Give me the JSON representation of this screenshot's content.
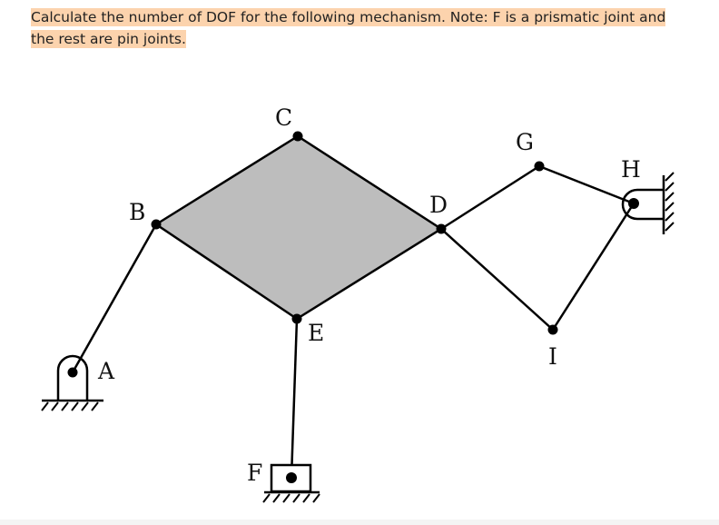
{
  "question": {
    "text": "Calculate the number of DOF for the following mechanism. Note: F is a prismatic joint and the rest are pin joints."
  },
  "diagram": {
    "labels": {
      "A": "A",
      "B": "B",
      "C": "C",
      "D": "D",
      "E": "E",
      "F": "F",
      "G": "G",
      "H": "H",
      "I": "I"
    },
    "colors": {
      "link": "#000000",
      "plate_fill": "#bdbdbd"
    }
  }
}
